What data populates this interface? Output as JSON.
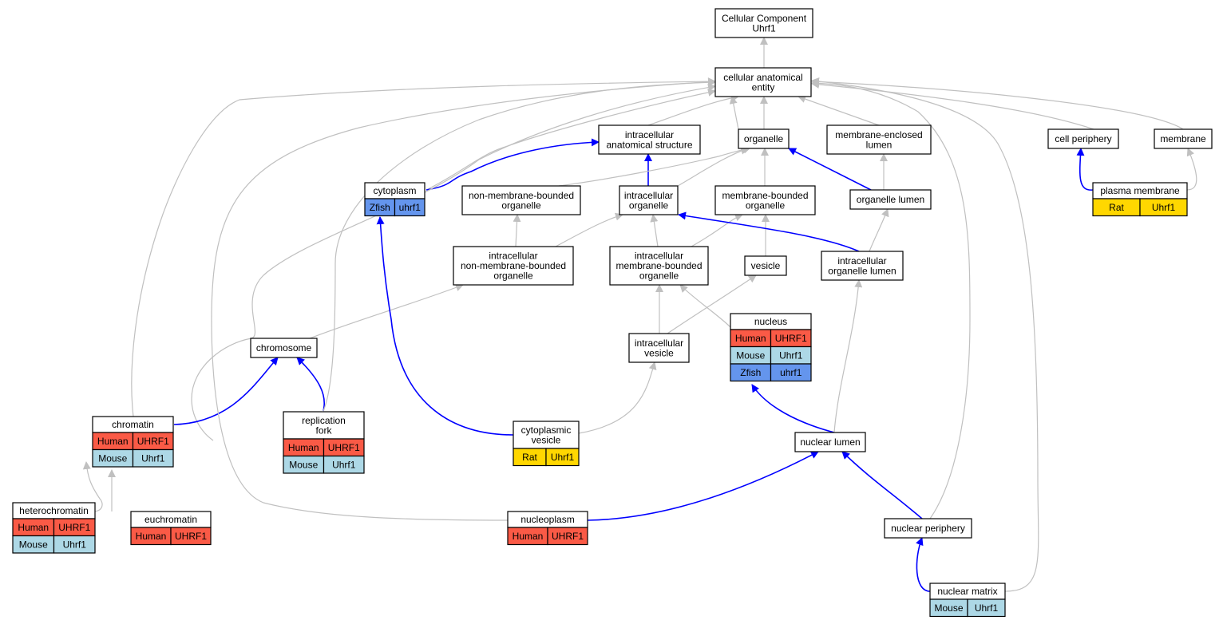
{
  "colors": {
    "edge_gray": "#c0c0c0",
    "edge_blue": "#0000ff",
    "node_border": "#000000",
    "node_fill": "#ffffff",
    "species": {
      "Human": "#fa5a46",
      "Mouse": "#add8e6",
      "Rat": "#ffd700",
      "Zfish": "#6495ed"
    }
  },
  "nodes": {
    "cc_root": {
      "lines": [
        "Cellular Component",
        "Uhrf1"
      ]
    },
    "cae": {
      "lines": [
        "cellular anatomical",
        "entity"
      ]
    },
    "ias": {
      "lines": [
        "intracellular",
        "anatomical structure"
      ]
    },
    "organelle": {
      "lines": [
        "organelle"
      ]
    },
    "mel": {
      "lines": [
        "membrane-enclosed",
        "lumen"
      ]
    },
    "cell_periphery": {
      "lines": [
        "cell periphery"
      ]
    },
    "membrane": {
      "lines": [
        "membrane"
      ]
    },
    "cytoplasm": {
      "lines": [
        "cytoplasm"
      ],
      "rows": [
        [
          "Zfish",
          "uhrf1"
        ]
      ]
    },
    "nmbo": {
      "lines": [
        "non-membrane-bounded",
        "organelle"
      ]
    },
    "io": {
      "lines": [
        "intracellular",
        "organelle"
      ]
    },
    "mbo": {
      "lines": [
        "membrane-bounded",
        "organelle"
      ]
    },
    "organelle_lumen": {
      "lines": [
        "organelle lumen"
      ]
    },
    "plasma_membrane": {
      "lines": [
        "plasma membrane"
      ],
      "rows": [
        [
          "Rat",
          "Uhrf1"
        ]
      ]
    },
    "inmbo": {
      "lines": [
        "intracellular",
        "non-membrane-bounded",
        "organelle"
      ]
    },
    "imbo": {
      "lines": [
        "intracellular",
        "membrane-bounded",
        "organelle"
      ]
    },
    "vesicle": {
      "lines": [
        "vesicle"
      ]
    },
    "iol": {
      "lines": [
        "intracellular",
        "organelle lumen"
      ]
    },
    "nucleus": {
      "lines": [
        "nucleus"
      ],
      "rows": [
        [
          "Human",
          "UHRF1"
        ],
        [
          "Mouse",
          "Uhrf1"
        ],
        [
          "Zfish",
          "uhrf1"
        ]
      ]
    },
    "chromosome": {
      "lines": [
        "chromosome"
      ]
    },
    "ivesicle": {
      "lines": [
        "intracellular",
        "vesicle"
      ]
    },
    "chromatin": {
      "lines": [
        "chromatin"
      ],
      "rows": [
        [
          "Human",
          "UHRF1"
        ],
        [
          "Mouse",
          "Uhrf1"
        ]
      ]
    },
    "rep_fork": {
      "lines": [
        "replication",
        "fork"
      ],
      "rows": [
        [
          "Human",
          "UHRF1"
        ],
        [
          "Mouse",
          "Uhrf1"
        ]
      ]
    },
    "cyto_vesicle": {
      "lines": [
        "cytoplasmic",
        "vesicle"
      ],
      "rows": [
        [
          "Rat",
          "Uhrf1"
        ]
      ]
    },
    "nuclear_lumen": {
      "lines": [
        "nuclear lumen"
      ]
    },
    "heterochromatin": {
      "lines": [
        "heterochromatin"
      ],
      "rows": [
        [
          "Human",
          "UHRF1"
        ],
        [
          "Mouse",
          "Uhrf1"
        ]
      ]
    },
    "euchromatin": {
      "lines": [
        "euchromatin"
      ],
      "rows": [
        [
          "Human",
          "UHRF1"
        ]
      ]
    },
    "nucleoplasm": {
      "lines": [
        "nucleoplasm"
      ],
      "rows": [
        [
          "Human",
          "UHRF1"
        ]
      ]
    },
    "nuclear_periphery": {
      "lines": [
        "nuclear periphery"
      ]
    },
    "nuclear_matrix": {
      "lines": [
        "nuclear matrix"
      ],
      "rows": [
        [
          "Mouse",
          "Uhrf1"
        ]
      ]
    }
  }
}
